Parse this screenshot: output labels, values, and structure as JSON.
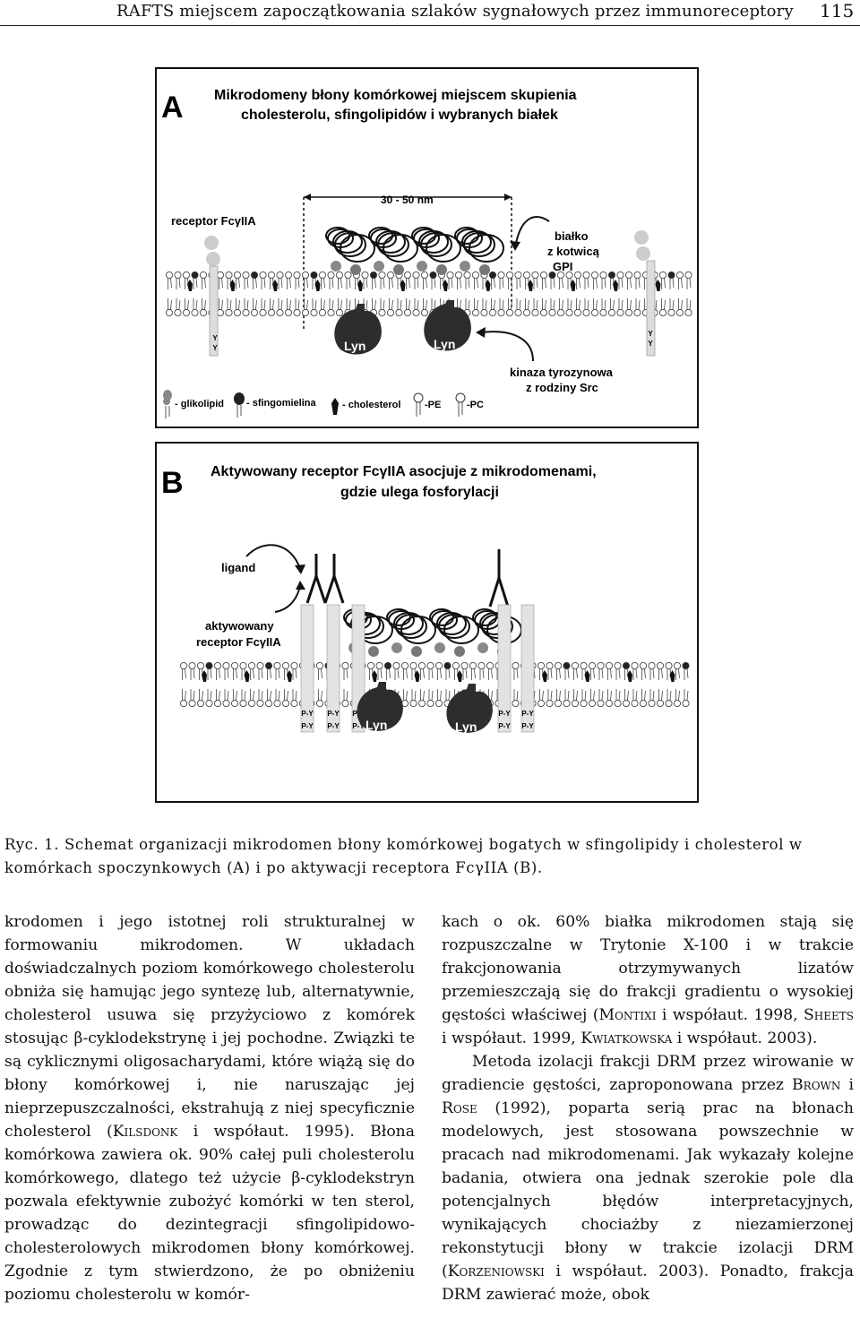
{
  "header": {
    "title": "RAFTS miejscem zapoczątkowania szlaków sygnałowych przez immunoreceptory",
    "page_number": "115"
  },
  "figure": {
    "panel_a": {
      "letter": "A",
      "title_line1": "Mikrodomeny błony komórkowej miejscem skupienia",
      "title_line2": "cholesterolu, sfingolipidów i wybranych białek",
      "scale_label": "30 - 50 nm",
      "receptor_label": "receptor FcγIIA",
      "gpi_line1": "białko",
      "gpi_line2": "z kotwicą",
      "gpi_line3": "GPI",
      "lyn": "Lyn",
      "kinase_line1": "kinaza tyrozynowa",
      "kinase_line2": "z rodziny Src",
      "tyr": "Y",
      "legend": [
        "- glikolipid",
        "- sfingomielina",
        "- cholesterol",
        "-PE",
        "-PC"
      ]
    },
    "panel_b": {
      "letter": "B",
      "title_line1": "Aktywowany receptor FcγIIA asocjuje z mikrodomenami,",
      "title_line2": "gdzie ulega fosforylacji",
      "ligand_label": "ligand",
      "activated_line1": "aktywowany",
      "activated_line2": "receptor FcγIIA",
      "lyn": "Lyn",
      "py": "P-Y"
    },
    "caption": "Ryc. 1. Schemat organizacji mikrodomen błony komórkowej bogatych w sfingolipidy i cholesterol w komórkach spoczynkowych (A) i po aktywacji receptora FcγIIA (B)."
  },
  "body": {
    "left": {
      "t1": "krodomen i jego istotnej roli strukturalnej w formowaniu mikrodomen. W układach doświadczalnych poziom komórkowego cholesterolu obniża się hamując jego syntezę lub, alternatywnie, cholesterol usuwa się przyżyciowo z komórek stosując β-cyklodekstrynę i jej pochodne. Związki te są cyklicznymi oligosacharydami, które wiążą się do błony komórkowej i, nie naruszając jej nieprzepuszczalności, ekstrahują z niej specyficznie cholesterol (",
      "a1": "Kilsdonk",
      "t2": " i współaut. 1995). Błona komórkowa zawiera ok. 90% całej puli cholesterolu komórkowego, dlatego też użycie β-cyklodekstryn pozwala efektywnie zubożyć komórki w ten sterol, prowadząc do dezintegracji sfingolipidowo-cholesterolowych mikrodomen błony komórkowej. Zgodnie z tym stwierdzono, że po obniżeniu poziomu cholesterolu w komór-"
    },
    "right": {
      "p1a": "kach o ok. 60% białka mikrodomen stają się rozpuszczalne w Trytonie X-100 i w trakcie frakcjonowania otrzymywanych lizatów przemieszczają się do frakcji gradientu o wysokiej gęstości właściwej (",
      "a1": "Montixi",
      "p1b": " i współaut. 1998, ",
      "a2": "Sheets",
      "p1c": " i współaut. 1999, ",
      "a3": "Kwiatkowska",
      "p1d": " i współaut. 2003).",
      "p2a": "Metoda izolacji frakcji DRM przez wirowanie w gradiencie gęstości, zaproponowana przez ",
      "a4": "Brown",
      "p2b": " i ",
      "a5": "Rose",
      "p2c": " (1992), poparta serią prac na błonach modelowych, jest stosowana powszechnie w pracach nad mikrodomenami. Jak wykazały kolejne badania, otwiera ona jednak szerokie pole dla potencjalnych błędów interpretacyjnych, wynikających chociażby z niezamierzonej rekonstytucji błony w trakcie izolacji DRM (",
      "a6": "Korzeniowski",
      "p2d": " i współaut. 2003). Ponadto, frakcja DRM zawierać może, obok"
    }
  }
}
